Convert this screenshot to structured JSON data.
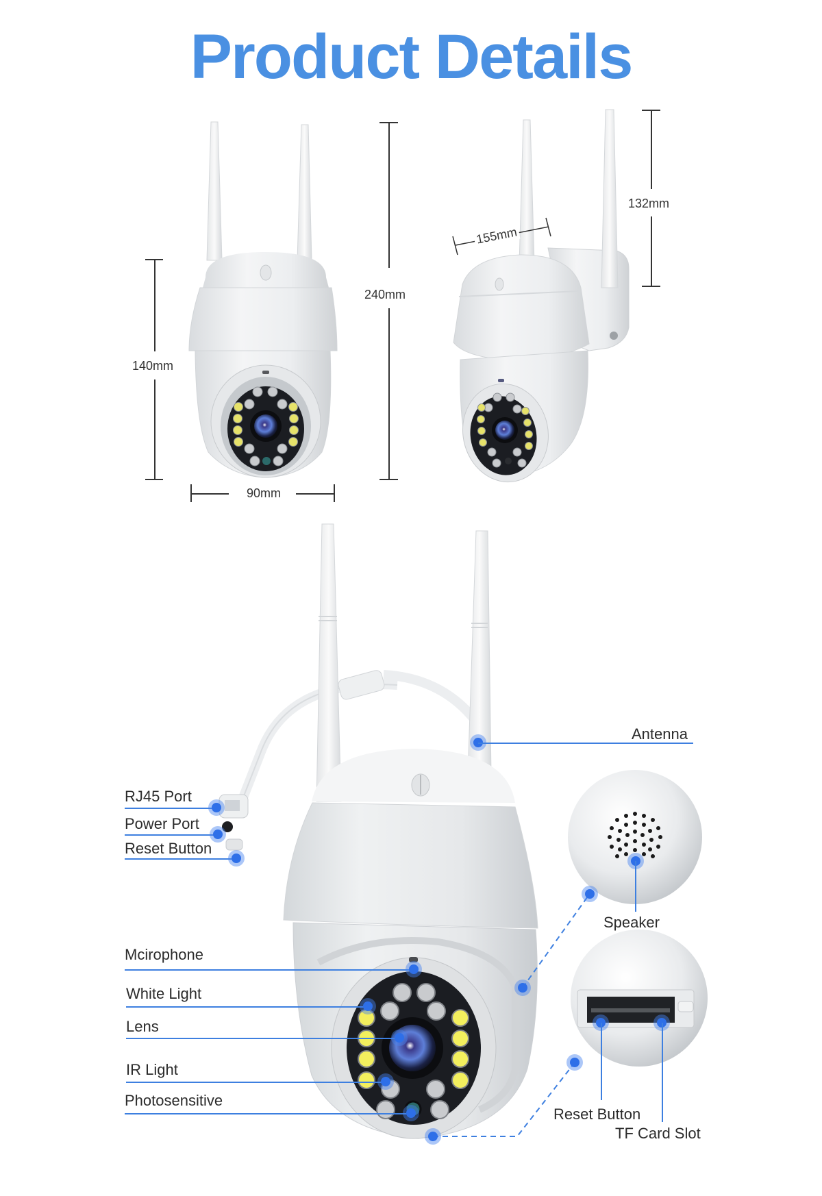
{
  "header": {
    "title": "Product Details"
  },
  "colors": {
    "accent": "#4a90e2",
    "callout": "#3d7fe0",
    "dimension_line": "#333333"
  },
  "dimensions": {
    "front_height": "140mm",
    "front_width": "90mm",
    "total_height": "240mm",
    "side_depth": "155mm",
    "antenna_height": "132mm"
  },
  "callouts": {
    "left": [
      {
        "label": "RJ45 Port"
      },
      {
        "label": "Power Port"
      },
      {
        "label": "Reset Button"
      },
      {
        "label": "Mcirophone"
      },
      {
        "label": "White Light"
      },
      {
        "label": "Lens"
      },
      {
        "label": "IR Light"
      },
      {
        "label": "Photosensitive"
      }
    ],
    "right": [
      {
        "label": "Antenna"
      },
      {
        "label": "Speaker"
      },
      {
        "label": "Reset Button"
      },
      {
        "label": "TF Card Slot"
      }
    ]
  },
  "images": {
    "front_view": "camera-front-view",
    "side_view": "camera-side-view",
    "detail_view": "camera-detail-view",
    "speaker_closeup": "speaker-grille-closeup",
    "tf_slot_closeup": "tf-card-slot-closeup"
  }
}
